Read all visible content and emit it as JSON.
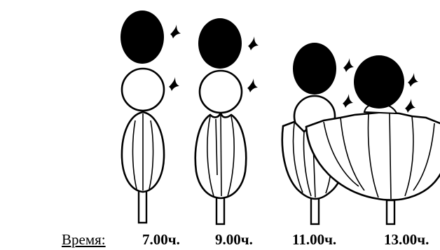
{
  "caption": {
    "label": "Время:",
    "times": [
      "7.00ч.",
      "9.00ч.",
      "11.00ч.",
      "13.00ч."
    ]
  },
  "colors": {
    "ink": "#000000",
    "paper": "#ffffff"
  },
  "stages": [
    {
      "time": "7.00ч.",
      "flower_opening": 0.0
    },
    {
      "time": "9.00ч.",
      "flower_opening": 0.25
    },
    {
      "time": "11.00ч.",
      "flower_opening": 0.55
    },
    {
      "time": "13.00ч.",
      "flower_opening": 1.0
    }
  ],
  "icons": [
    "arrow-icon"
  ]
}
